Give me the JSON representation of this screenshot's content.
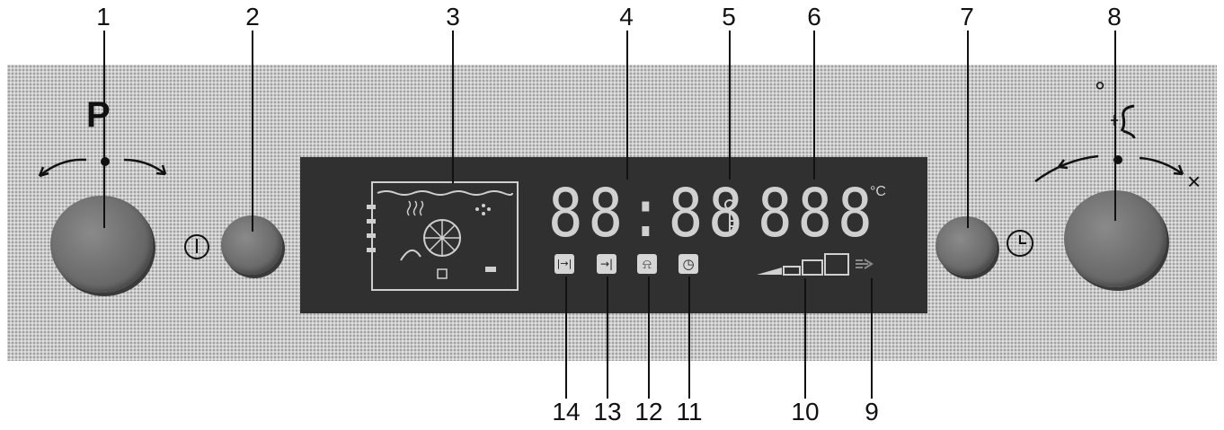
{
  "callouts_top": [
    "1",
    "2",
    "3",
    "4",
    "5",
    "6",
    "7",
    "8"
  ],
  "callouts_bottom": [
    "14",
    "13",
    "12",
    "11",
    "10",
    "9"
  ],
  "panel": {
    "program_symbol": "P",
    "power_symbol": "⏽",
    "clock_symbol": "◷",
    "time_display": "88:88",
    "temp_display": "888",
    "temp_unit": "°C",
    "oven_light_marker": "°",
    "off_marker": "×"
  },
  "icons": {
    "duration": "|→|",
    "end_time": "→|",
    "timer": "⍾",
    "clock": "◷"
  },
  "colors": {
    "panel_bg": "#c9c9c9",
    "display_bg": "#303030",
    "segments": "#d0d0d0",
    "knob": "#6c6c6c"
  }
}
